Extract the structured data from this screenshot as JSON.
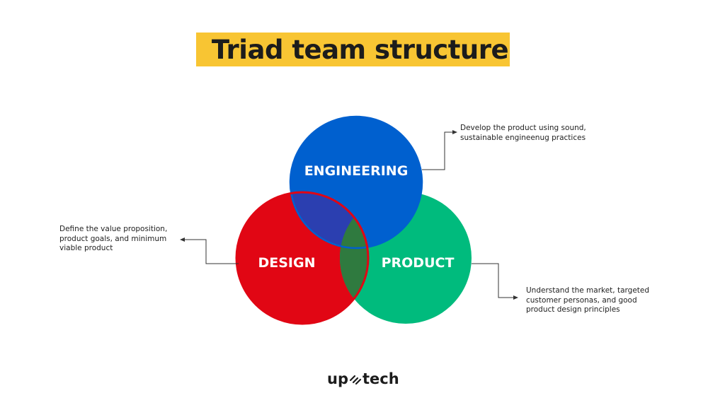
{
  "title": "Triad team structure",
  "circles": {
    "engineering": {
      "label": "ENGINEERING",
      "color": "#0060cf"
    },
    "design": {
      "label": "DESIGN",
      "color": "#e10614"
    },
    "product": {
      "label": "PRODUCT",
      "color": "#00bb7d"
    }
  },
  "overlap_colors": {
    "engineering_design": "#2b3fb0",
    "design_product": "#2f7a3f"
  },
  "accent_color": "#f8c533",
  "notes": {
    "engineering": [
      "Develop the product using sound,",
      "sustainable engineenug practices"
    ],
    "design": [
      "Define the value proposition,",
      "product goals, and minimum",
      "viable product"
    ],
    "product": [
      "Understand the market, targeted",
      "customer personas, and good",
      "product design principles"
    ]
  },
  "logo": {
    "left": "up",
    "right": "tech"
  }
}
